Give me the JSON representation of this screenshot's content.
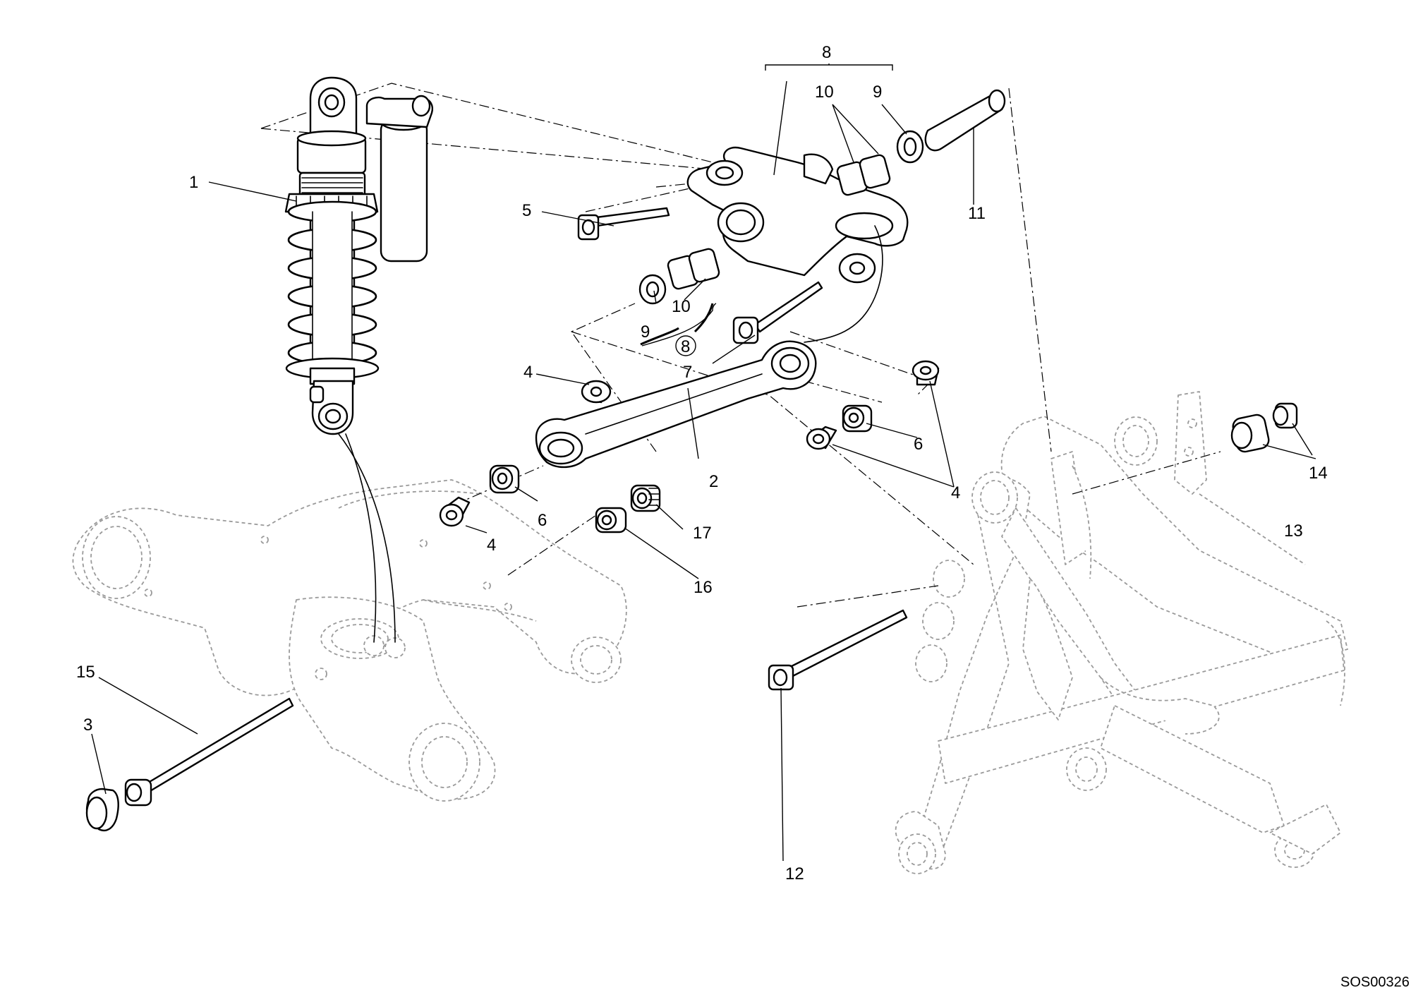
{
  "drawing_code": "SOS00326",
  "callouts": {
    "c1": "1",
    "c2": "2",
    "c3": "3",
    "c4a": "4",
    "c4b": "4",
    "c4c": "4",
    "c5": "5",
    "c6a": "6",
    "c6b": "6",
    "c7": "7",
    "c8": "8",
    "c8circ": "8",
    "c9a": "9",
    "c9b": "9",
    "c10a": "10",
    "c10b": "10",
    "c11": "11",
    "c12": "12",
    "c13": "13",
    "c14": "14",
    "c15": "15",
    "c16": "16",
    "c17": "17"
  }
}
